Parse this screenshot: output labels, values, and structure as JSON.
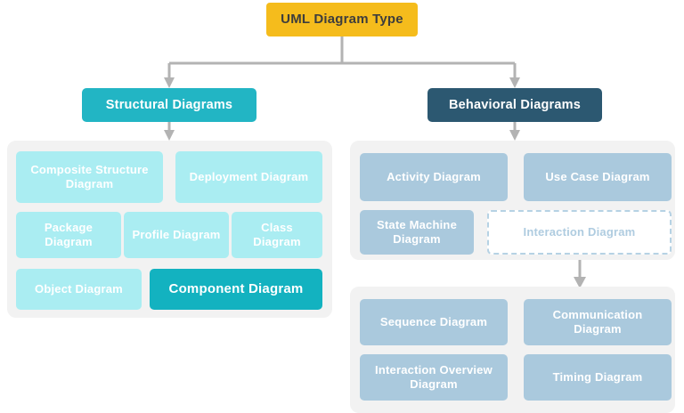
{
  "diagram": {
    "title": "UML Diagram Type",
    "root": {
      "label": "UML Diagram Type",
      "color": "#F5BC1C"
    },
    "branches": [
      {
        "label": "Structural Diagrams",
        "color": "#22B5C4",
        "leaf_color": "#AAEDF2",
        "highlight_color": "#13B2C0",
        "leaves": [
          {
            "label": "Composite Structure Diagram",
            "highlighted": false
          },
          {
            "label": "Deployment Diagram",
            "highlighted": false
          },
          {
            "label": "Package Diagram",
            "highlighted": false
          },
          {
            "label": "Profile Diagram",
            "highlighted": false
          },
          {
            "label": "Class Diagram",
            "highlighted": false
          },
          {
            "label": "Object Diagram",
            "highlighted": false
          },
          {
            "label": "Component Diagram",
            "highlighted": true
          }
        ]
      },
      {
        "label": "Behavioral Diagrams",
        "color": "#2C5871",
        "leaf_color": "#AAC9DD",
        "leaves": [
          {
            "label": "Activity Diagram",
            "style": "solid"
          },
          {
            "label": "Use Case Diagram",
            "style": "solid"
          },
          {
            "label": "State Machine Diagram",
            "style": "solid"
          },
          {
            "label": "Interaction Diagram",
            "style": "dashed"
          }
        ],
        "sub_group": {
          "parent": "Interaction Diagram",
          "leaves": [
            {
              "label": "Sequence Diagram"
            },
            {
              "label": "Communication Diagram"
            },
            {
              "label": "Interaction Overview Diagram"
            },
            {
              "label": "Timing Diagram"
            }
          ]
        }
      }
    ],
    "connector_color": "#B3B3B3",
    "panel_color": "#F2F2F2"
  }
}
